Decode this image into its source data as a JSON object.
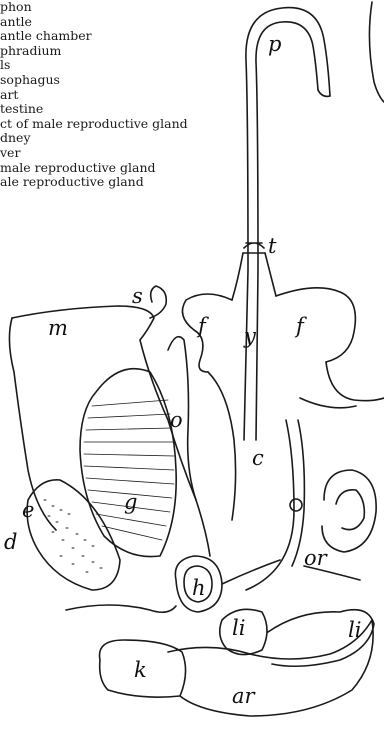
{
  "legend": [
    "phon",
    "antle",
    "antle chamber",
    "phradium",
    "ls",
    "sophagus",
    "art",
    "testine",
    "ct of male reproductive gland",
    "dney",
    "ver",
    "male reproductive gland",
    "ale reproductive gland"
  ],
  "labels": {
    "p": "p",
    "t": "t",
    "s": "s",
    "f_left": "f",
    "f_right": "f",
    "y": "y",
    "m": "m",
    "o": "o",
    "c": "c",
    "g": "g",
    "e": "e",
    "d": "d",
    "h": "h",
    "or": "or",
    "li_left": "li",
    "li_right": "li",
    "k": "k",
    "ar": "ar"
  },
  "colors": {
    "ink": "#1a1a1a",
    "paper": "#ffffff"
  }
}
